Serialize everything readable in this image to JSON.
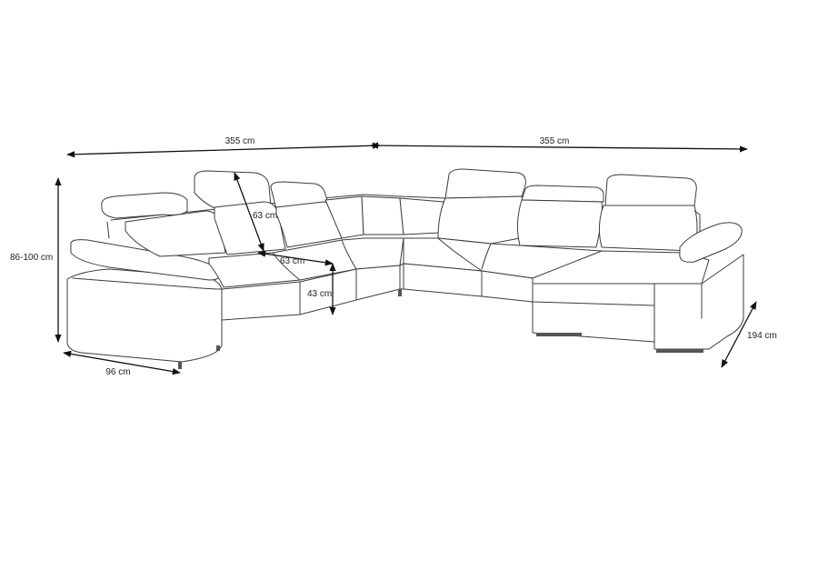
{
  "diagram": {
    "dimensions": {
      "width_left": "355 cm",
      "width_right": "355 cm",
      "height": "86-100 cm",
      "depth_left": "96 cm",
      "depth_right": "194 cm",
      "headrest_height": "63 cm",
      "seat_depth": "63 cm",
      "seat_height": "43 cm"
    },
    "colors": {
      "outline": "#3c3c3c",
      "dimension": "#111111",
      "background": "#ffffff"
    }
  }
}
